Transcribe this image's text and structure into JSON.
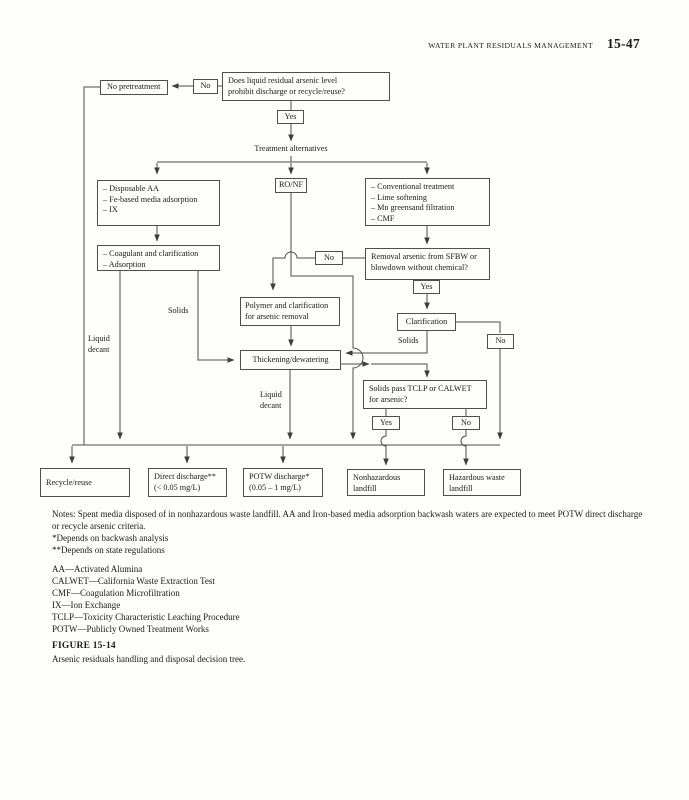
{
  "header": {
    "title": "WATER PLANT RESIDUALS MANAGEMENT",
    "page_number": "15-47"
  },
  "flowchart": {
    "nodes": {
      "q_arsenic": "Does liquid residual arsenic level\nprohibit discharge or recycle/reuse?",
      "no1": "No",
      "no_pretreatment": "No pretreatment",
      "yes1": "Yes",
      "treatment_alternatives": "Treatment alternatives",
      "adsorption_options": "– Disposable AA\n– Fe-based media adsorption\n– IX",
      "ro_nf": "RO/NF",
      "conventional_options": "– Conventional treatment\n– Lime softening\n– Mn greensand filtration\n– CMF",
      "coagulant": "– Coagulant and clarification\n– Adsorption",
      "no2": "No",
      "q_sfbw": "Removal arsenic from SFBW or\nblowdown without chemical?",
      "yes2": "Yes",
      "polymer": "Polymer and clarification\nfor arsenic removal",
      "clarification": "Clarification",
      "no3": "No",
      "thickening": "Thickening/dewatering",
      "q_tclp": "Solids pass TCLP or CALWET\nfor arsenic?",
      "yes3": "Yes",
      "no4": "No",
      "recycle": "Recycle/reuse",
      "direct_discharge": "Direct discharge**\n(< 0.05 mg/L)",
      "potw_discharge": "POTW discharge*\n(0.05 – 1 mg/L)",
      "nonhazardous": "Nonhazardous\nlandfill",
      "hazardous": "Hazardous waste\nlandfill"
    },
    "edge_labels": {
      "solids_left": "Solids",
      "liquid_decant_left": "Liquid\ndecant",
      "solids_right": "Solids",
      "liquid_decant_mid": "Liquid\ndecant"
    }
  },
  "notes": {
    "main": "Notes: Spent media disposed of in nonhazardous waste landfill. AA and Iron-based media adsorption backwash waters are expected to meet POTW direct discharge or recycle arsenic criteria.",
    "star1": "*Depends on backwash analysis",
    "star2": "**Depends on state regulations"
  },
  "abbreviations": [
    "AA—Activated Alumina",
    "CALWET—California Waste Extraction Test",
    "CMF—Coagulation Microfiltration",
    "IX—Ion Exchange",
    "TCLP—Toxicity Characteristic Leaching Procedure",
    "POTW—Publicly Owned Treatment Works"
  ],
  "figure": {
    "label": "FIGURE 15-14",
    "caption": "Arsenic residuals handling and disposal decision tree."
  }
}
